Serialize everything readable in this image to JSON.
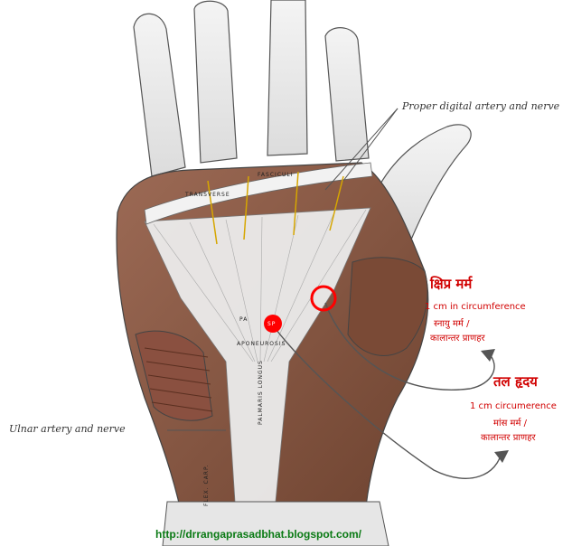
{
  "labels": {
    "proper_digital": "Proper digital artery and nerve",
    "ulnar": "Ulnar artery and nerve",
    "transverse": "TRANSVERSE",
    "fasciculi": "FASCICULI",
    "aponeurosis": "APONEUROSIS",
    "palmaris_longus": "PALMARIS LONGUS",
    "flex_carp": "FLEX. CARP.",
    "palm_prefix": "PA",
    "red_dot_text": "SP"
  },
  "marma": {
    "kshipra": {
      "title": "क्षिप्र मर्म",
      "size": "1 cm in circumference",
      "type": "स्नायु मर्म /",
      "effect": "कालान्तर प्राणहर"
    },
    "tala_hridaya": {
      "title": "तल हृदय",
      "size": "1  cm  circumerence",
      "type": "मांस मर्म /",
      "effect": "कालान्तर प्राणहर"
    }
  },
  "footer": {
    "url": "http://drrangaprasadbhat.blogspot.com/"
  },
  "colors": {
    "marker": "#ff0000",
    "marma_text": "#d10000",
    "url": "#0a7a14",
    "arrow": "#555555"
  }
}
